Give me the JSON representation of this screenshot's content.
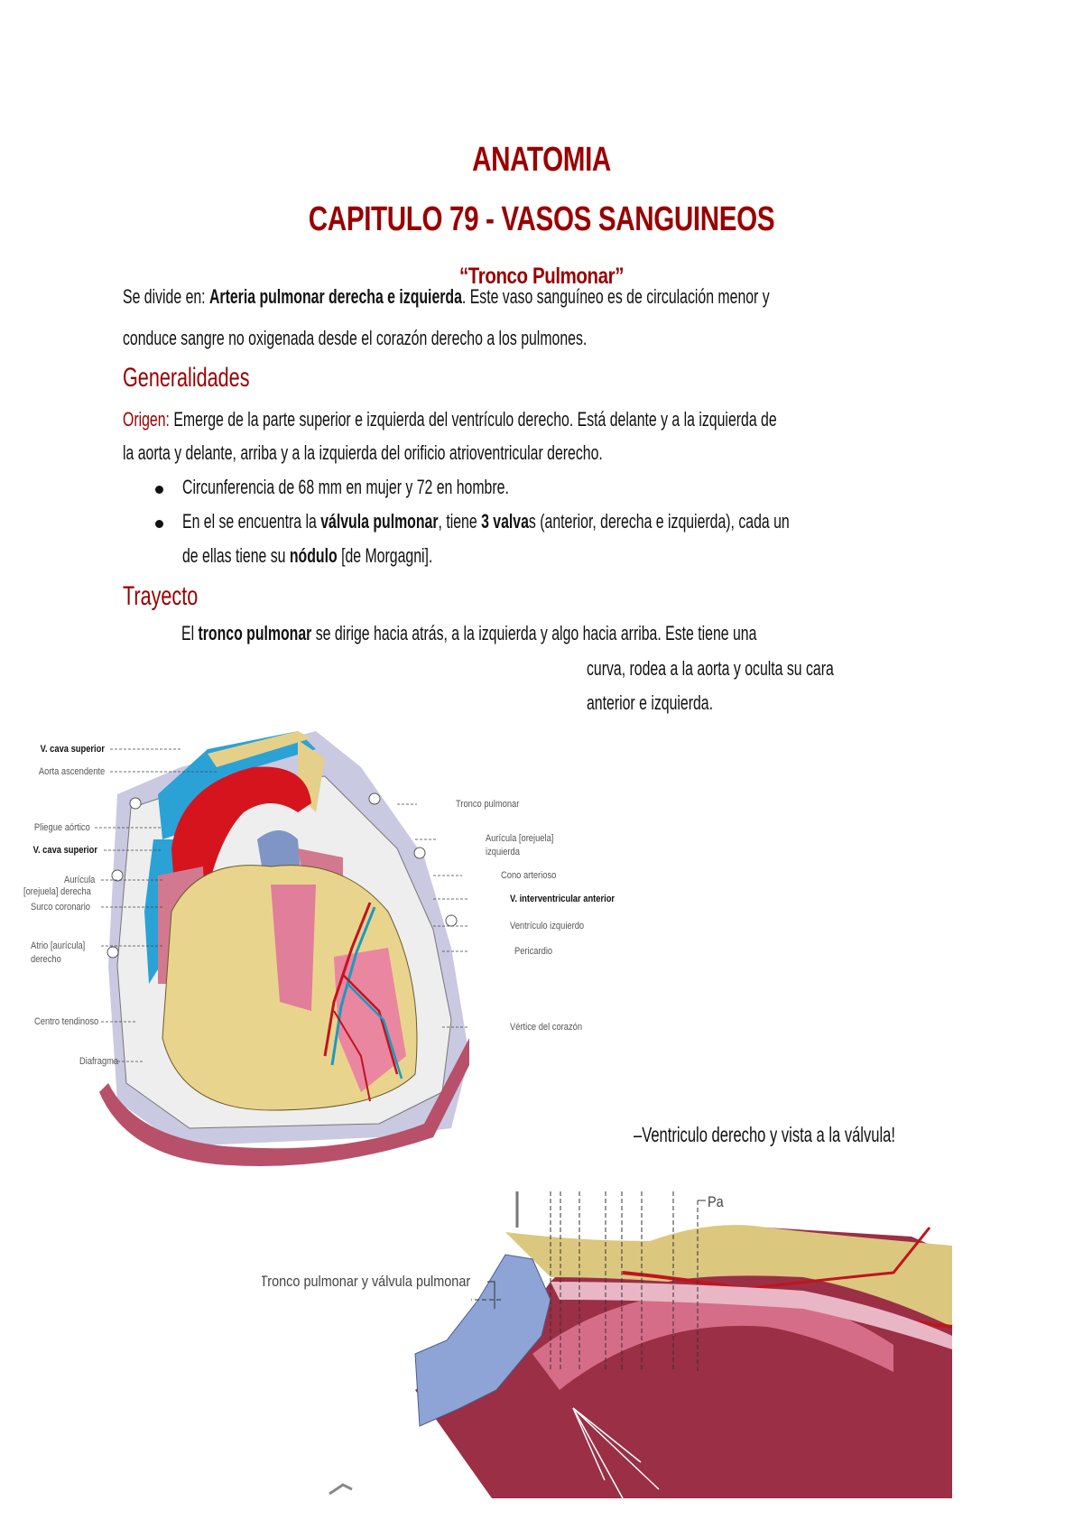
{
  "document": {
    "title": "ANATOMIA",
    "chapter": "CAPITULO 79 - VASOS SANGUINEOS",
    "subtitle": "“Tronco Pulmonar”",
    "intro": {
      "prefix": "Se divide en: ",
      "bold": "Arteria pulmonar derecha e izquierda",
      "suffix": ". Este vaso sanguíneo es de circulación menor y",
      "line2": "conduce sangre no oxigenada desde el corazón derecho a los pulmones."
    },
    "sections": [
      {
        "heading": "Generalidades",
        "origin_label": "Origen:",
        "origin_text_1": " Emerge de la parte superior e izquierda del ventrículo derecho. Está delante y a la izquierda de",
        "origin_text_2": "la aorta y delante, arriba y a la izquierda del orificio atrioventricular derecho.",
        "bullets": [
          {
            "text": "Circunferencia de 68 mm en mujer y 72 en hombre."
          },
          {
            "p1": "En el se encuentra la ",
            "b1": "válvula pulmonar",
            "p2": ", tiene ",
            "b2": "3 valva",
            "p3": "s (anterior, derecha e izquierda), cada un",
            "line2_p1": "de ellas tiene su ",
            "line2_b1": "nódulo",
            "line2_p2": " [de Morgagni]."
          }
        ]
      },
      {
        "heading": "Trayecto",
        "p1": "El ",
        "b1": "tronco pulmonar",
        "p2": " se dirige hacia atrás, a la izquierda y algo hacia arriba. Este tiene una",
        "line2": "curva, rodea a la aorta y oculta su cara",
        "line3": "anterior e izquierda."
      }
    ],
    "figure1": {
      "labels_left": [
        "V. cava superior",
        "Aorta ascendente",
        "Pliegue aórtico",
        "V. cava superior",
        "Aurícula",
        "[orejuela] derecha",
        "Surco coronario",
        "Atrio [aurícula]",
        "derecho",
        "Centro tendinoso",
        "Diafragma"
      ],
      "labels_right": [
        "Tronco pulmonar",
        "Aurícula [orejuela]",
        "izquierda",
        "Cono arterioso",
        "V. interventricular anterior",
        "Ventrículo izquierdo",
        "Pericardio",
        "Vértice del corazón"
      ]
    },
    "caption2": "–Ventriculo derecho y vista a la válvula!",
    "figure2": {
      "label_left": "Tronco pulmonar y válvula pulmonar",
      "label_top_right": "Pa"
    }
  }
}
